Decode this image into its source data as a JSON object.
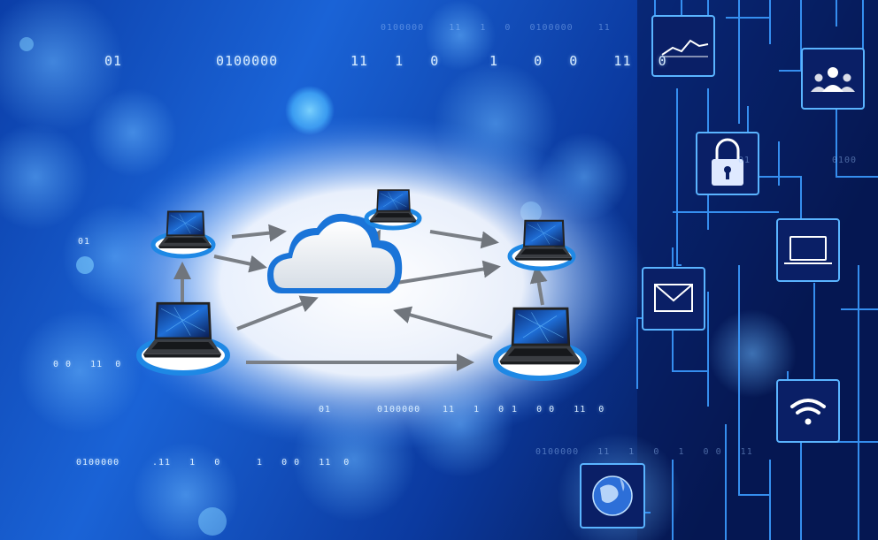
{
  "binary_text": {
    "top_row_1": "01",
    "top_row_2": "0100000",
    "top_row_3": "11   1   0",
    "top_row_4": "1    0   0    11   0",
    "left_mid": "01",
    "left_low": "0 0   11  0",
    "center_low_1": "01",
    "center_low_2": "0100000",
    "center_low_3": "11   1   0",
    "center_low_4": "1   0 0   11  0",
    "bottom_row_1": "0100000",
    "bottom_row_2": ".11   1   0",
    "bottom_row_3": "1   0 0   11  0",
    "right_top": "0100000    11   1   0   0100000    11",
    "right_side": "0100",
    "right_circuit_low": "0100000   11   1   0   1   0 0   11",
    "lock_bits": "01"
  },
  "colors": {
    "background_dark": "#07205f",
    "background_mid": "#1452c8",
    "glow": "#ffffff",
    "cloud_face": "#eef3f8",
    "cloud_rim": "#1a74d8",
    "arrow": "#7a7f86",
    "ring": "#1e88e5",
    "circuit": "#4aa8ff",
    "icon": "#ffffff"
  },
  "icons": [
    "line-chart-icon",
    "users-icon",
    "lock-icon",
    "laptop-icon",
    "envelope-icon",
    "wifi-icon",
    "globe-icon",
    "cloud-icon"
  ]
}
